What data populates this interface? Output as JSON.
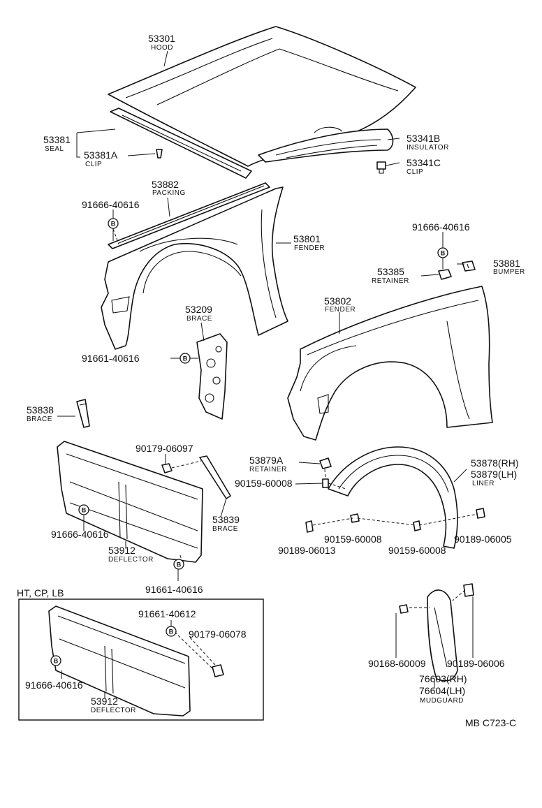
{
  "labels": {
    "hood": {
      "num": "53301",
      "name": "HOOD"
    },
    "seal": {
      "num": "53381",
      "name": "SEAL"
    },
    "clip_a": {
      "num": "53381A",
      "name": "CLIP"
    },
    "insulator": {
      "num": "53341B",
      "name": "INSULATOR"
    },
    "clip_c": {
      "num": "53341C",
      "name": "CLIP"
    },
    "packing": {
      "num": "53882",
      "name": "PACKING"
    },
    "bolt_packing": {
      "num": "91666-40616"
    },
    "fender_rh": {
      "num": "53801",
      "name": "FENDER"
    },
    "bolt_bumper": {
      "num": "91666-40616"
    },
    "bumper": {
      "num": "53881",
      "name": "BUMPER"
    },
    "retainer": {
      "num": "53385",
      "name": "RETAINER"
    },
    "fender_lh": {
      "num": "53802",
      "name": "FENDER"
    },
    "brace_209": {
      "num": "53209",
      "name": "BRACE"
    },
    "bolt_brace": {
      "num": "91661-40616"
    },
    "brace_838": {
      "num": "53838",
      "name": "BRACE"
    },
    "nut_upper": {
      "num": "90179-06097"
    },
    "retainer_a": {
      "num": "53879A",
      "name": "RETAINER"
    },
    "screw_liner": {
      "num": "90159-60008"
    },
    "liner": {
      "num_rh": "53878(RH)",
      "num_lh": "53879(LH)",
      "name": "LINER"
    },
    "brace_839": {
      "num": "53839",
      "name": "BRACE"
    },
    "bolt_defl": {
      "num": "91666-40616"
    },
    "deflector": {
      "num": "53912",
      "name": "DEFLECTOR"
    },
    "bolt_defl2": {
      "num": "91661-40616"
    },
    "clip_013": {
      "num": "90189-06013"
    },
    "screw_008a": {
      "num": "90159-60008"
    },
    "screw_008b": {
      "num": "90159-60008"
    },
    "clip_005": {
      "num": "90189-06005"
    },
    "inset_title": {
      "text": "HT, CP, LB"
    },
    "bolt_inset": {
      "num": "91661-40612"
    },
    "nut_inset": {
      "num": "90179-06078"
    },
    "bolt_inset2": {
      "num": "91666-40616"
    },
    "deflector_inset": {
      "num": "53912",
      "name": "DEFLECTOR"
    },
    "screw_009": {
      "num": "90168-60009"
    },
    "clip_006": {
      "num": "90189-06006"
    },
    "mudguard": {
      "num_rh": "76603(RH)",
      "num_lh": "76604(LH)",
      "name": "MUDGUARD"
    },
    "code": {
      "text": "MB C723-C"
    }
  },
  "bolt_mark": "B"
}
